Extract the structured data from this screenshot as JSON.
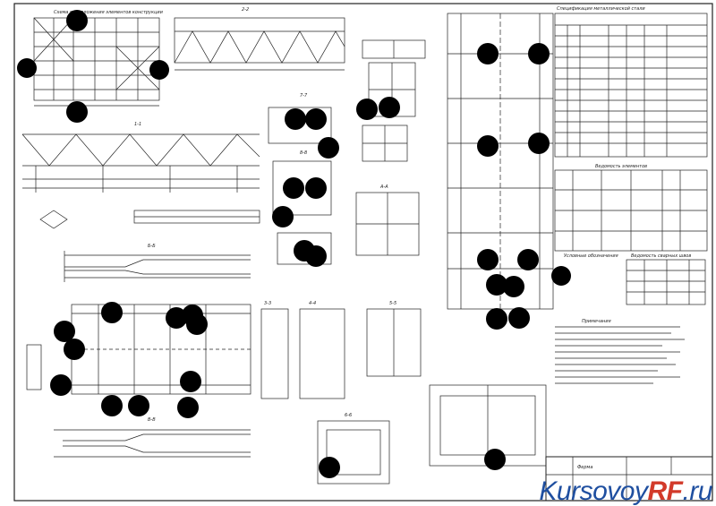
{
  "sheet": {
    "titles": {
      "scheme": "Схема расположения элементов конструкции",
      "spec": "Спецификация металлической стали",
      "elements": "Ведомость элементов",
      "legend": "Условные обозначения",
      "welds": "Ведомость сварных швов",
      "notes": "Примечания"
    },
    "sections": [
      "1-1",
      "2-2",
      "3-3",
      "4-4",
      "5-5",
      "6-6",
      "7-7",
      "8-8",
      "А-А",
      "Б-Б",
      "В-В"
    ],
    "title_block": {
      "stamp": "Ферма"
    }
  },
  "watermark": {
    "kursovoy": "Kursovoy",
    "rf": "RF",
    "ru": ".ru"
  },
  "colors": {
    "line": "#222222",
    "dot": "#000000",
    "wm_blue": "#1f4fa0",
    "wm_red": "#d23a2a"
  }
}
